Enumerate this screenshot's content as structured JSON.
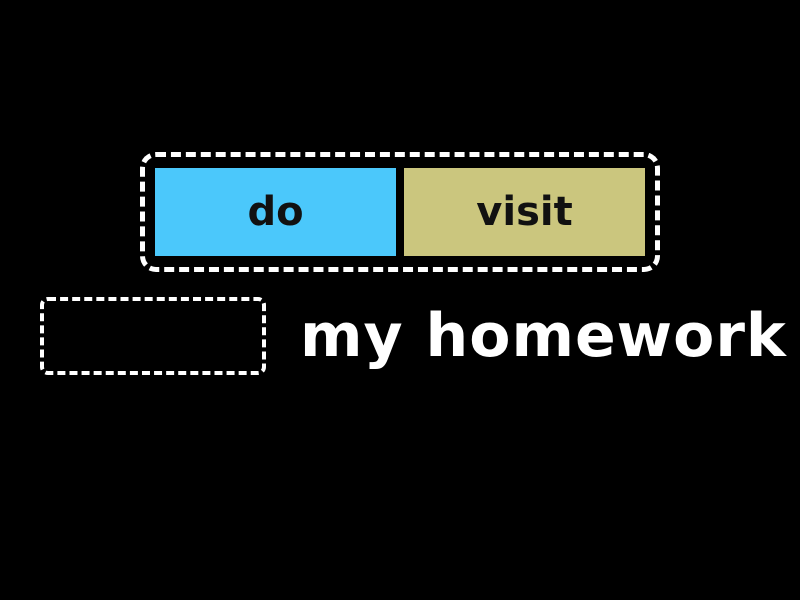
{
  "game": {
    "type": "missing-word",
    "background_color": "#000000",
    "choice_tray": {
      "border_color": "#ffffff",
      "choices": [
        {
          "label": "do",
          "color": "#4bc8fb",
          "text_color": "#111111"
        },
        {
          "label": "visit",
          "color": "#cbc67e",
          "text_color": "#111111"
        }
      ]
    },
    "sentence": {
      "blank_value": "",
      "text_after_blank": "my homework",
      "text_color": "#ffffff",
      "slot_border_color": "#ffffff"
    }
  }
}
